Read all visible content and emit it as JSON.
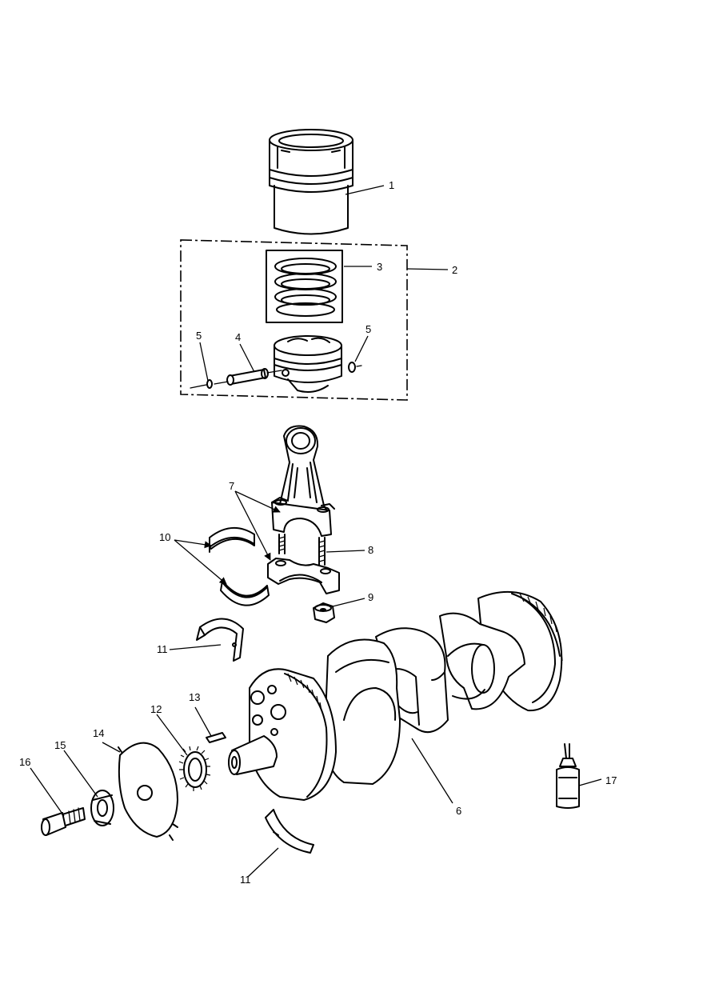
{
  "callouts": {
    "c1": "1",
    "c2": "2",
    "c3": "3",
    "c4": "4",
    "c5a": "5",
    "c5b": "5",
    "c6": "6",
    "c7": "7",
    "c8": "8",
    "c9": "9",
    "c10": "10",
    "c11a": "11",
    "c11b": "11",
    "c12": "12",
    "c13": "13",
    "c14": "14",
    "c15": "15",
    "c16": "16",
    "c17": "17"
  }
}
